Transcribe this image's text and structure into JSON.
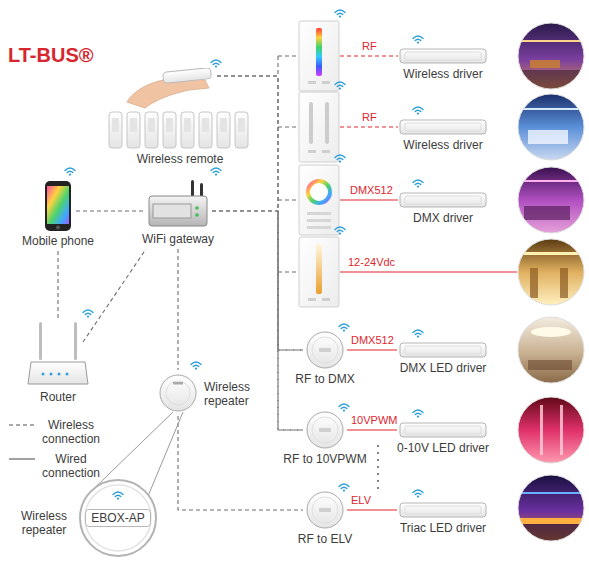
{
  "diagram": {
    "nodes": [
      {
        "text": [
          "Wireless remote"
        ]
      },
      {
        "text": [
          "Wireless driver"
        ]
      },
      {
        "text": [
          "Wireless driver"
        ]
      },
      {
        "text": [
          "DMX driver"
        ]
      },
      {
        "text": [
          "Mobile phone"
        ]
      },
      {
        "text": [
          "WiFi gateway"
        ]
      },
      {
        "text": [
          "Router"
        ]
      },
      {
        "text": [
          "Wireless repeater"
        ]
      },
      {
        "text": [
          "RF to DMX"
        ]
      },
      {
        "text": [
          "DMX LED driver"
        ]
      },
      {
        "text": [
          "RF to 10VPWM"
        ]
      },
      {
        "text": [
          "0-10V LED driver"
        ]
      },
      {
        "text": [
          "RF to ELV"
        ]
      },
      {
        "text": [
          "EBOX-AP"
        ]
      },
      {
        "text": [
          "Triac LED driver"
        ]
      }
    ],
    "edges": [
      {
        "from": 4,
        "to": 5,
        "arrow": "none"
      },
      {
        "from": 4,
        "to": 6,
        "arrow": "none"
      },
      {
        "from": 6,
        "to": 5,
        "arrow": "none"
      },
      {
        "from": 5,
        "to": 7,
        "arrow": "none"
      },
      {
        "from": 7,
        "to": 12,
        "arrow": "none"
      },
      {
        "from": 7,
        "to": 13,
        "arrow": "none"
      },
      {
        "from": 8,
        "to": 9,
        "label": "DMX512",
        "arrow": "none"
      },
      {
        "from": 10,
        "to": 11,
        "label": "10VPWM",
        "arrow": "none"
      },
      {
        "from": 12,
        "to": 14,
        "label": "ELV",
        "arrow": "none"
      },
      {
        "from": 0,
        "to": 8,
        "arrow": "none"
      },
      {
        "from": 0,
        "to": 10,
        "arrow": "none"
      },
      {
        "from": 5,
        "to": 8,
        "arrow": "none"
      },
      {
        "from": 5,
        "to": 10,
        "arrow": "none"
      }
    ],
    "labels": [
      "LT-BUS®",
      "RF",
      "RF",
      "DMX512",
      "12-24Vdc",
      "Wireless repeater"
    ],
    "legend": [
      {
        "text": "Wireless connection"
      },
      {
        "text": "Wired connection"
      }
    ]
  }
}
